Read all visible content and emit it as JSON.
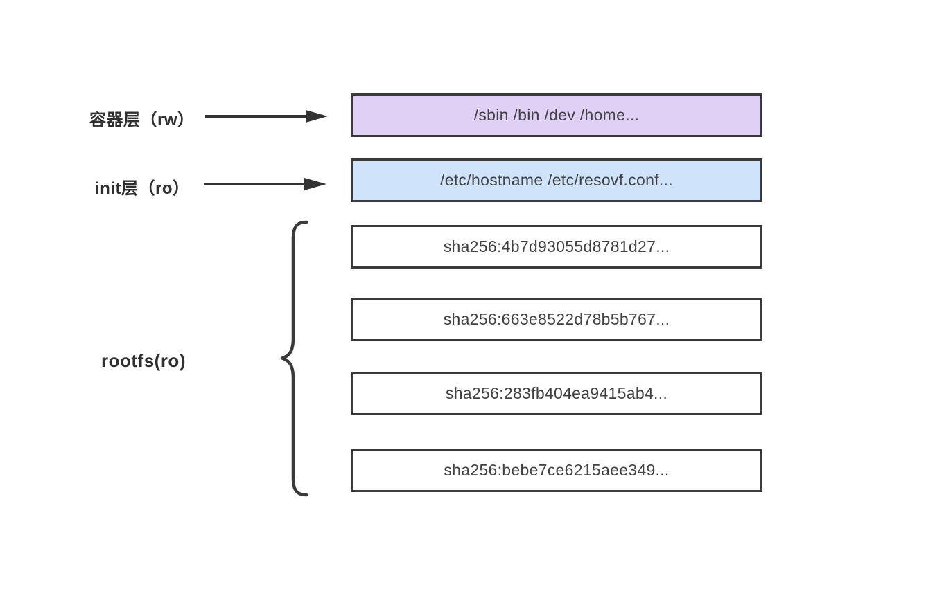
{
  "diagram_title": "container-layers-diagram",
  "colors": {
    "background": "#FFFFFF",
    "box_border": "#3A3A3C",
    "box_text": "#414144",
    "label_text": "#2F2F31",
    "arrow": "#333333",
    "container_layer_fill": "#E1D0F5",
    "init_layer_fill": "#CFE3FA",
    "rootfs_layer_fill": "#FFFFFF"
  },
  "layers": {
    "container": {
      "label": "容器层（rw）",
      "text": "/sbin /bin /dev /home..."
    },
    "init": {
      "label": "init层（ro）",
      "text": "/etc/hostname /etc/resovf.conf..."
    },
    "rootfs": {
      "label": "rootfs(ro)",
      "items": [
        "sha256:4b7d93055d8781d27...",
        "sha256:663e8522d78b5b767...",
        "sha256:283fb404ea9415ab4...",
        "sha256:bebe7ce6215aee349..."
      ]
    }
  }
}
